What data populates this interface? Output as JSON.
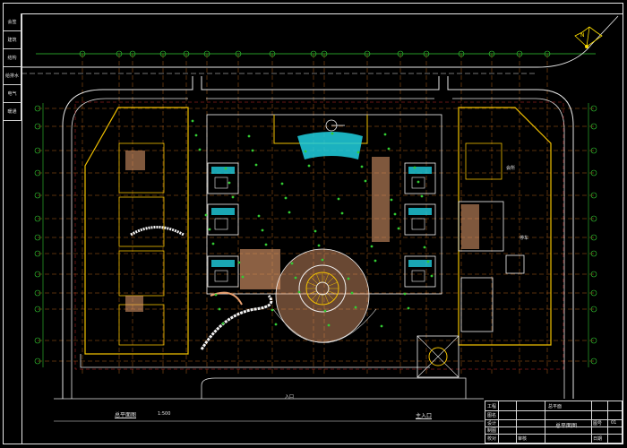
{
  "drawing": {
    "plan_title": "总平面图",
    "plan_scale": "1:500",
    "entrance_label": "主入口",
    "north_label": "N",
    "label_a": "会所",
    "label_b": "停车",
    "label_c": "入口"
  },
  "title_block": {
    "project": "总平面",
    "drawing_name": "总平面图",
    "row_labels": [
      "工程",
      "图名",
      "设计",
      "制图",
      "校对",
      "审核"
    ],
    "number_label": "图号",
    "number_value": "01",
    "date_label": "日期"
  },
  "binding_strip": [
    "会签",
    "建筑",
    "结构",
    "给排水",
    "电气",
    "暖通"
  ],
  "colors": {
    "road": "#e6e6e6",
    "grid_orange": "#e07a20",
    "grid_green": "#33cc33",
    "building_yellow": "#f0c000",
    "plaza_salmon": "#e8a070",
    "pool_cyan": "#20d0e0",
    "wall_white": "#f2f2f2",
    "red_dash": "#cc2a2a"
  }
}
